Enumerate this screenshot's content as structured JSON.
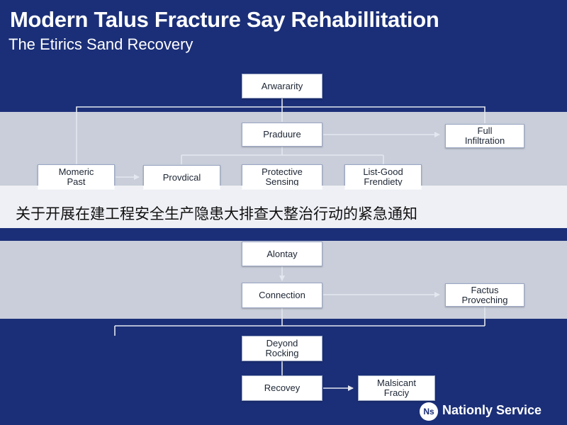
{
  "header": {
    "title": "Modern Talus Fracture Say Rehabillitation",
    "subtitle": "The Etirics Sand Recovery"
  },
  "colors": {
    "background": "#1b2f78",
    "band": "#c9ceda",
    "box_fill": "#ffffff",
    "connector": "#e3e7ef",
    "banner": "#ffffff"
  },
  "diagram": {
    "nodes": {
      "awararity": "Arwararity",
      "praduure": "Praduure",
      "full_infiltration": "Full\nInfiltration",
      "momeric_past": "Momeric\nPast",
      "provdical": "Provdical",
      "protective_sensing": "Protective\nSensing",
      "list_good_frendiety": "List-Good\nFrendiety",
      "alontay": "Alontay",
      "connection": "Connection",
      "factus_proveching": "Factus\nProveching",
      "deyond_rocking": "Deyond\nRocking",
      "recovery": "Recovey",
      "malsicant_fraciy": "Malsicant\nFraciy"
    }
  },
  "banner": {
    "text": "关于开展在建工程安全生产隐患大排查大整治行动的紧急通知"
  },
  "brand": {
    "logo_icon": "ns-logo-icon",
    "logo_mark": "Ns",
    "name": "Nationly Service"
  }
}
